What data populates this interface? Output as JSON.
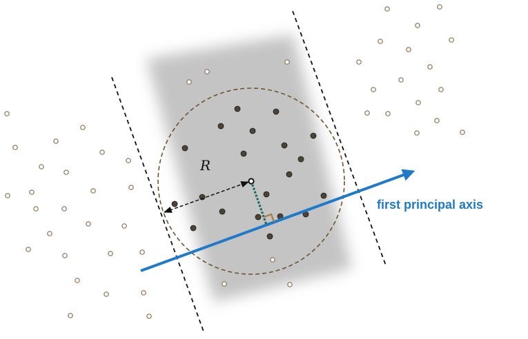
{
  "labels": {
    "radius": "R",
    "axis": "first principal axis"
  },
  "colors": {
    "axis": "#1f7ac9",
    "inner_point": "#4d4335",
    "outer_point_stroke": "#8a7250",
    "circle": "#6e5228",
    "projection": "#1e6b66",
    "right_angle": "#a87a3c",
    "boundary": "#111111",
    "shaded_region": "#b4b4b4"
  },
  "inner_points": [
    [
      344,
      158
    ],
    [
      400,
      162
    ],
    [
      320,
      183
    ],
    [
      366,
      190
    ],
    [
      454,
      197
    ],
    [
      268,
      215
    ],
    [
      353,
      223
    ],
    [
      412,
      211
    ],
    [
      436,
      231
    ],
    [
      419,
      253
    ],
    [
      386,
      282
    ],
    [
      293,
      286
    ],
    [
      253,
      296
    ],
    [
      322,
      307
    ],
    [
      374,
      315
    ],
    [
      406,
      314
    ],
    [
      443,
      311
    ],
    [
      469,
      284
    ],
    [
      280,
      331
    ],
    [
      391,
      343
    ]
  ],
  "outer_points": [
    [
      274,
      119
    ],
    [
      300,
      104
    ],
    [
      416,
      90
    ],
    [
      395,
      377
    ],
    [
      325,
      412
    ],
    [
      420,
      413
    ],
    [
      10,
      165
    ],
    [
      120,
      185
    ],
    [
      22,
      214
    ],
    [
      81,
      205
    ],
    [
      148,
      221
    ],
    [
      186,
      233
    ],
    [
      60,
      242
    ],
    [
      96,
      250
    ],
    [
      46,
      279
    ],
    [
      11,
      284
    ],
    [
      190,
      272
    ],
    [
      52,
      303
    ],
    [
      93,
      303
    ],
    [
      135,
      277
    ],
    [
      128,
      325
    ],
    [
      180,
      328
    ],
    [
      72,
      339
    ],
    [
      41,
      362
    ],
    [
      94,
      371
    ],
    [
      160,
      368
    ],
    [
      206,
      366
    ],
    [
      112,
      407
    ],
    [
      154,
      427
    ],
    [
      208,
      425
    ],
    [
      102,
      458
    ],
    [
      216,
      459
    ],
    [
      561,
      13
    ],
    [
      637,
      10
    ],
    [
      605,
      37
    ],
    [
      551,
      60
    ],
    [
      592,
      72
    ],
    [
      654,
      58
    ],
    [
      520,
      90
    ],
    [
      581,
      116
    ],
    [
      623,
      97
    ],
    [
      541,
      130
    ],
    [
      639,
      130
    ],
    [
      606,
      149
    ],
    [
      532,
      164
    ],
    [
      562,
      165
    ],
    [
      633,
      175
    ],
    [
      604,
      193
    ],
    [
      670,
      192
    ]
  ]
}
